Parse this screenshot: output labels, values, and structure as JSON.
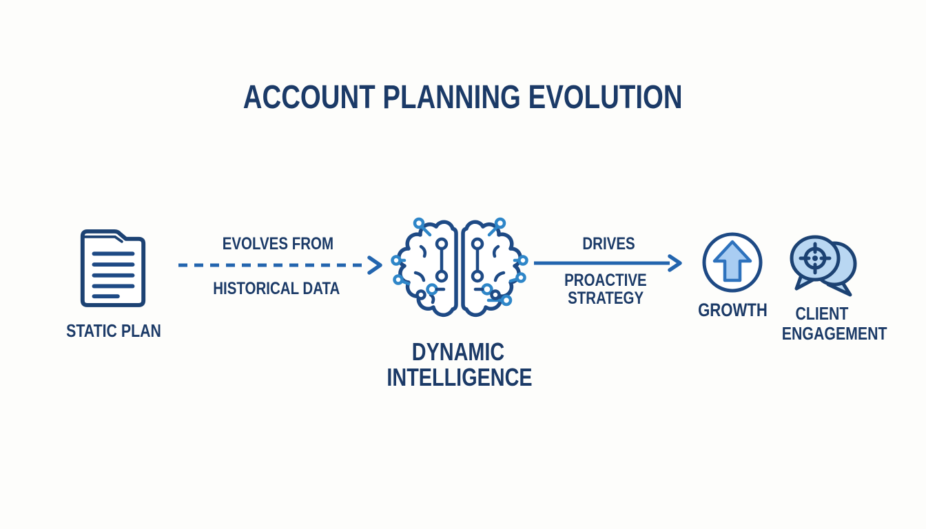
{
  "title": "ACCOUNT PLANNING EVOLUTION",
  "colors": {
    "navy": "#1b3a67",
    "arrow_blue": "#2365ae",
    "outline": "#1c4273",
    "mid_blue": "#1e4a85",
    "node_blue": "#2e86c8",
    "light_fill": "#b9d7f2",
    "arrow_fill": "#a9cdf2",
    "arrow_stroke": "#2e72bd",
    "background": "#fdfdfb"
  },
  "nodes": {
    "static_plan": {
      "label": "STATIC PLAN",
      "icon": "document-icon"
    },
    "dynamic_intelligence": {
      "label_line1": "DYNAMIC",
      "label_line2": "INTELLIGENCE",
      "icon": "circuit-brain-icon"
    },
    "growth": {
      "label": "GROWTH",
      "icon": "growth-arrow-icon"
    },
    "client_engagement": {
      "label_line1": "CLIENT",
      "label_line2": "ENGAGEMENT",
      "icon": "speech-bubbles-target-icon"
    }
  },
  "arrows": {
    "evolves": {
      "label_above": "EVOLVES FROM",
      "label_below": "HISTORICAL DATA",
      "style": "dashed"
    },
    "drives": {
      "label_above": "DRIVES",
      "label_below_line1": "PROACTIVE",
      "label_below_line2": "STRATEGY",
      "style": "solid"
    }
  }
}
